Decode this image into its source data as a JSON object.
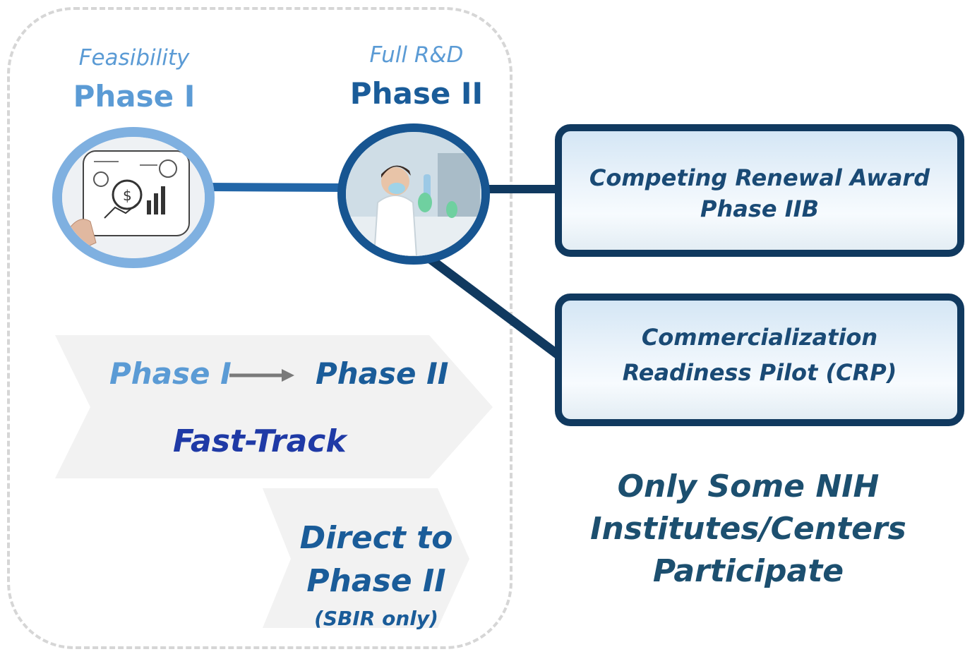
{
  "phase1": {
    "subtitle": "Feasibility",
    "title": "Phase I"
  },
  "phase2": {
    "subtitle": "Full R&D",
    "title": "Phase II"
  },
  "boxes": {
    "renewal": {
      "line1": "Competing Renewal Award",
      "line2": "Phase IIB"
    },
    "crp": {
      "line1": "Commercialization",
      "line2": "Readiness Pilot (CRP)"
    }
  },
  "fasttrack": {
    "from": "Phase I",
    "to": "Phase II",
    "label": "Fast-Track"
  },
  "direct": {
    "line1": "Direct to",
    "line2": "Phase II",
    "note": "(SBIR only)"
  },
  "participation": {
    "line1": "Only Some NIH",
    "line2": "Institutes/Centers",
    "line3": "Participate"
  },
  "colors": {
    "light_blue": "#5b9bd5",
    "dark_blue": "#1a5c99",
    "navy": "#10395f",
    "fasttrack_label": "#1f3aa6",
    "dashed_border": "#d6d6d6"
  },
  "icons": {
    "phase1_image": "business-sketch-image",
    "phase2_image": "lab-scientist-image"
  }
}
